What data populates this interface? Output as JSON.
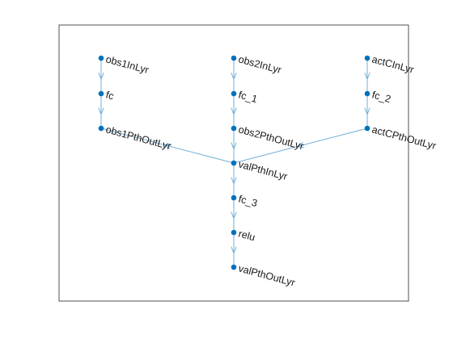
{
  "graph": {
    "node_color": "#0072BD",
    "edge_color": "#6FAFDB",
    "axes_color": "#262626",
    "nodes": [
      {
        "id": "obs1InLyr",
        "label": "obs1InLyr"
      },
      {
        "id": "fc",
        "label": "fc"
      },
      {
        "id": "obs1PthOutLyr",
        "label": "obs1PthOutLyr"
      },
      {
        "id": "obs2InLyr",
        "label": "obs2InLyr"
      },
      {
        "id": "fc_1",
        "label": "fc_1"
      },
      {
        "id": "obs2PthOutLyr",
        "label": "obs2PthOutLyr"
      },
      {
        "id": "actCInLyr",
        "label": "actCInLyr"
      },
      {
        "id": "fc_2",
        "label": "fc_2"
      },
      {
        "id": "actCPthOutLyr",
        "label": "actCPthOutLyr"
      },
      {
        "id": "valPthInLyr",
        "label": "valPthInLyr"
      },
      {
        "id": "fc_3",
        "label": "fc_3"
      },
      {
        "id": "relu",
        "label": "relu"
      },
      {
        "id": "valPthOutLyr",
        "label": "valPthOutLyr"
      }
    ],
    "edges": [
      {
        "from": "obs1InLyr",
        "to": "fc"
      },
      {
        "from": "fc",
        "to": "obs1PthOutLyr"
      },
      {
        "from": "obs2InLyr",
        "to": "fc_1"
      },
      {
        "from": "fc_1",
        "to": "obs2PthOutLyr"
      },
      {
        "from": "actCInLyr",
        "to": "fc_2"
      },
      {
        "from": "fc_2",
        "to": "actCPthOutLyr"
      },
      {
        "from": "valPthInLyr",
        "to": "obs1PthOutLyr"
      },
      {
        "from": "obs2PthOutLyr",
        "to": "valPthInLyr"
      },
      {
        "from": "actCPthOutLyr",
        "to": "valPthInLyr"
      },
      {
        "from": "valPthInLyr",
        "to": "fc_3"
      },
      {
        "from": "fc_3",
        "to": "relu"
      },
      {
        "from": "relu",
        "to": "valPthOutLyr"
      }
    ]
  }
}
